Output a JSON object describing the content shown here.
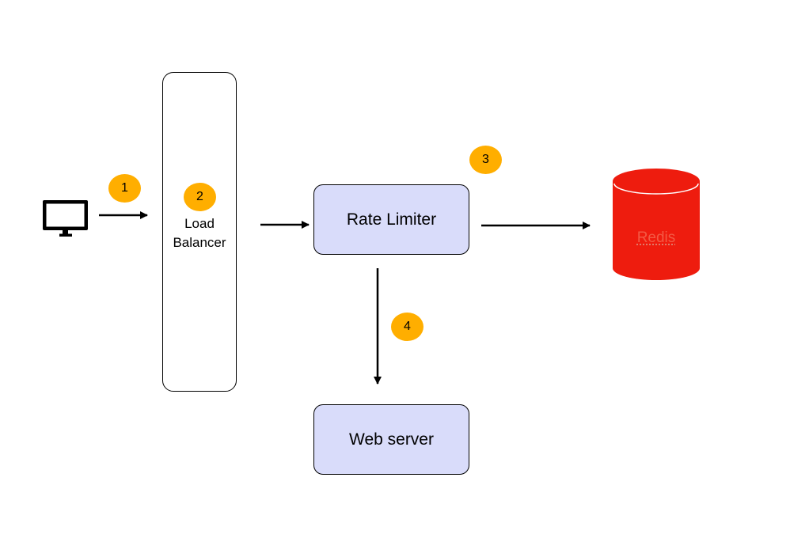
{
  "nodes": {
    "load_balancer_line1": "Load",
    "load_balancer_line2": "Balancer",
    "rate_limiter": "Rate Limiter",
    "web_server": "Web server",
    "redis": "Redis"
  },
  "steps": [
    "1",
    "2",
    "3",
    "4"
  ],
  "colors": {
    "box_fill": "#d9dcfa",
    "badge": "#ffae00",
    "redis": "#ee1c0e",
    "stroke": "#000000"
  },
  "icons": {
    "client": "monitor-icon",
    "database": "database-cylinder-icon"
  }
}
